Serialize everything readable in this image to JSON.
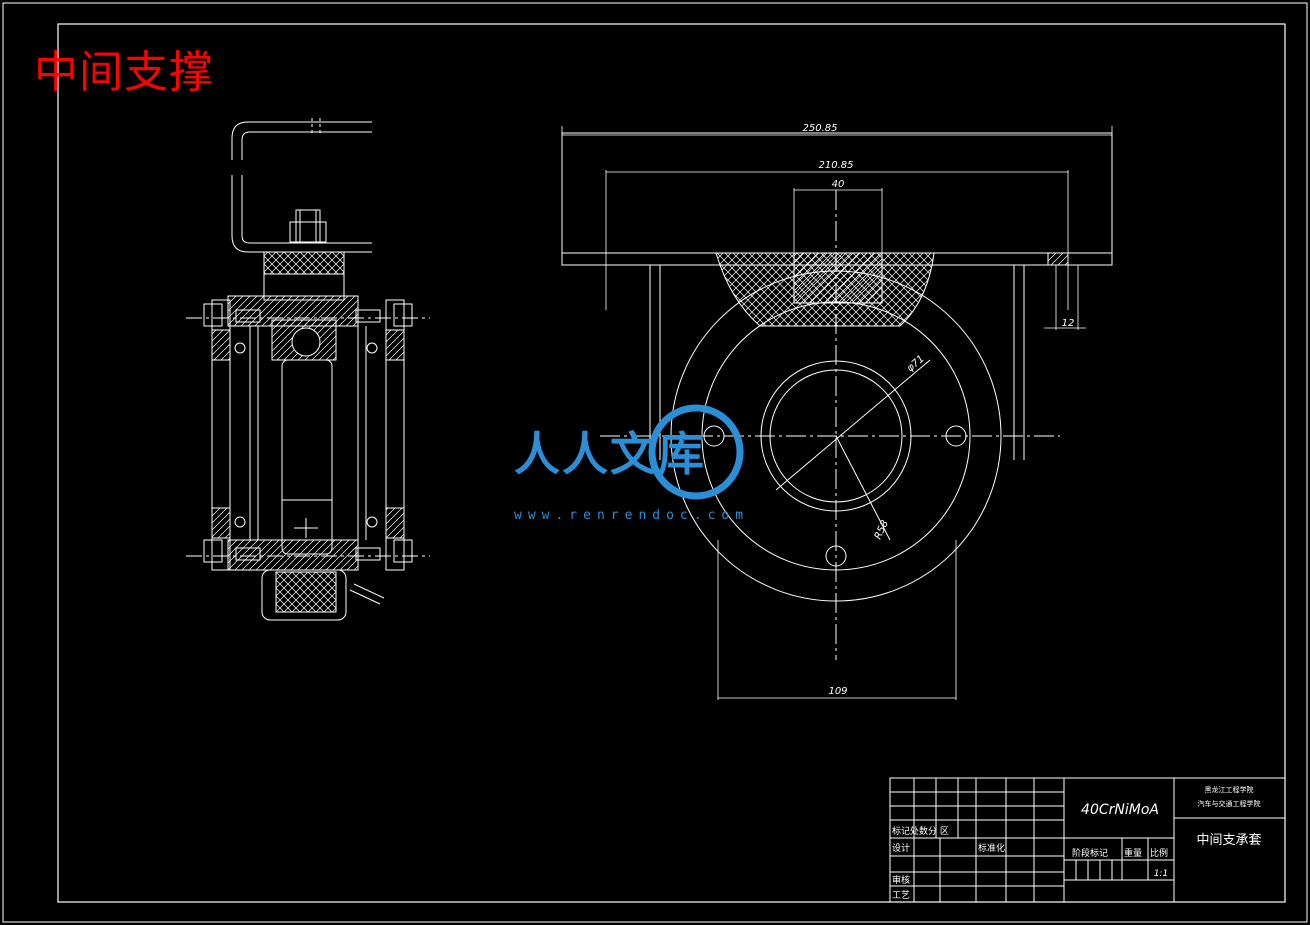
{
  "title": "中间支撑",
  "watermark": {
    "text": "人人文库",
    "url": "www.renrendoc.com"
  },
  "dimensions": {
    "d1": "250.85",
    "d2": "210.85",
    "d3": "40",
    "d4": "12",
    "d5": "φ71",
    "d6": "R58",
    "d7": "109"
  },
  "title_block": {
    "material": "40CrNiMoA",
    "school_line1": "黑龙江工程学院",
    "school_line2": "汽车与交通工程学院",
    "drawing_name": "中间支承套",
    "rev_header": "标记处数分 区",
    "design": "设计",
    "standard": "标准化",
    "review": "审核",
    "process": "工艺",
    "stage_mark": "阶段标记",
    "weight": "重量",
    "scale_label": "比例",
    "scale_value": "1:1"
  },
  "colors": {
    "background": "#000000",
    "lines": "#ffffff",
    "title": "#ff0000",
    "watermark": "#2a8fd6"
  }
}
